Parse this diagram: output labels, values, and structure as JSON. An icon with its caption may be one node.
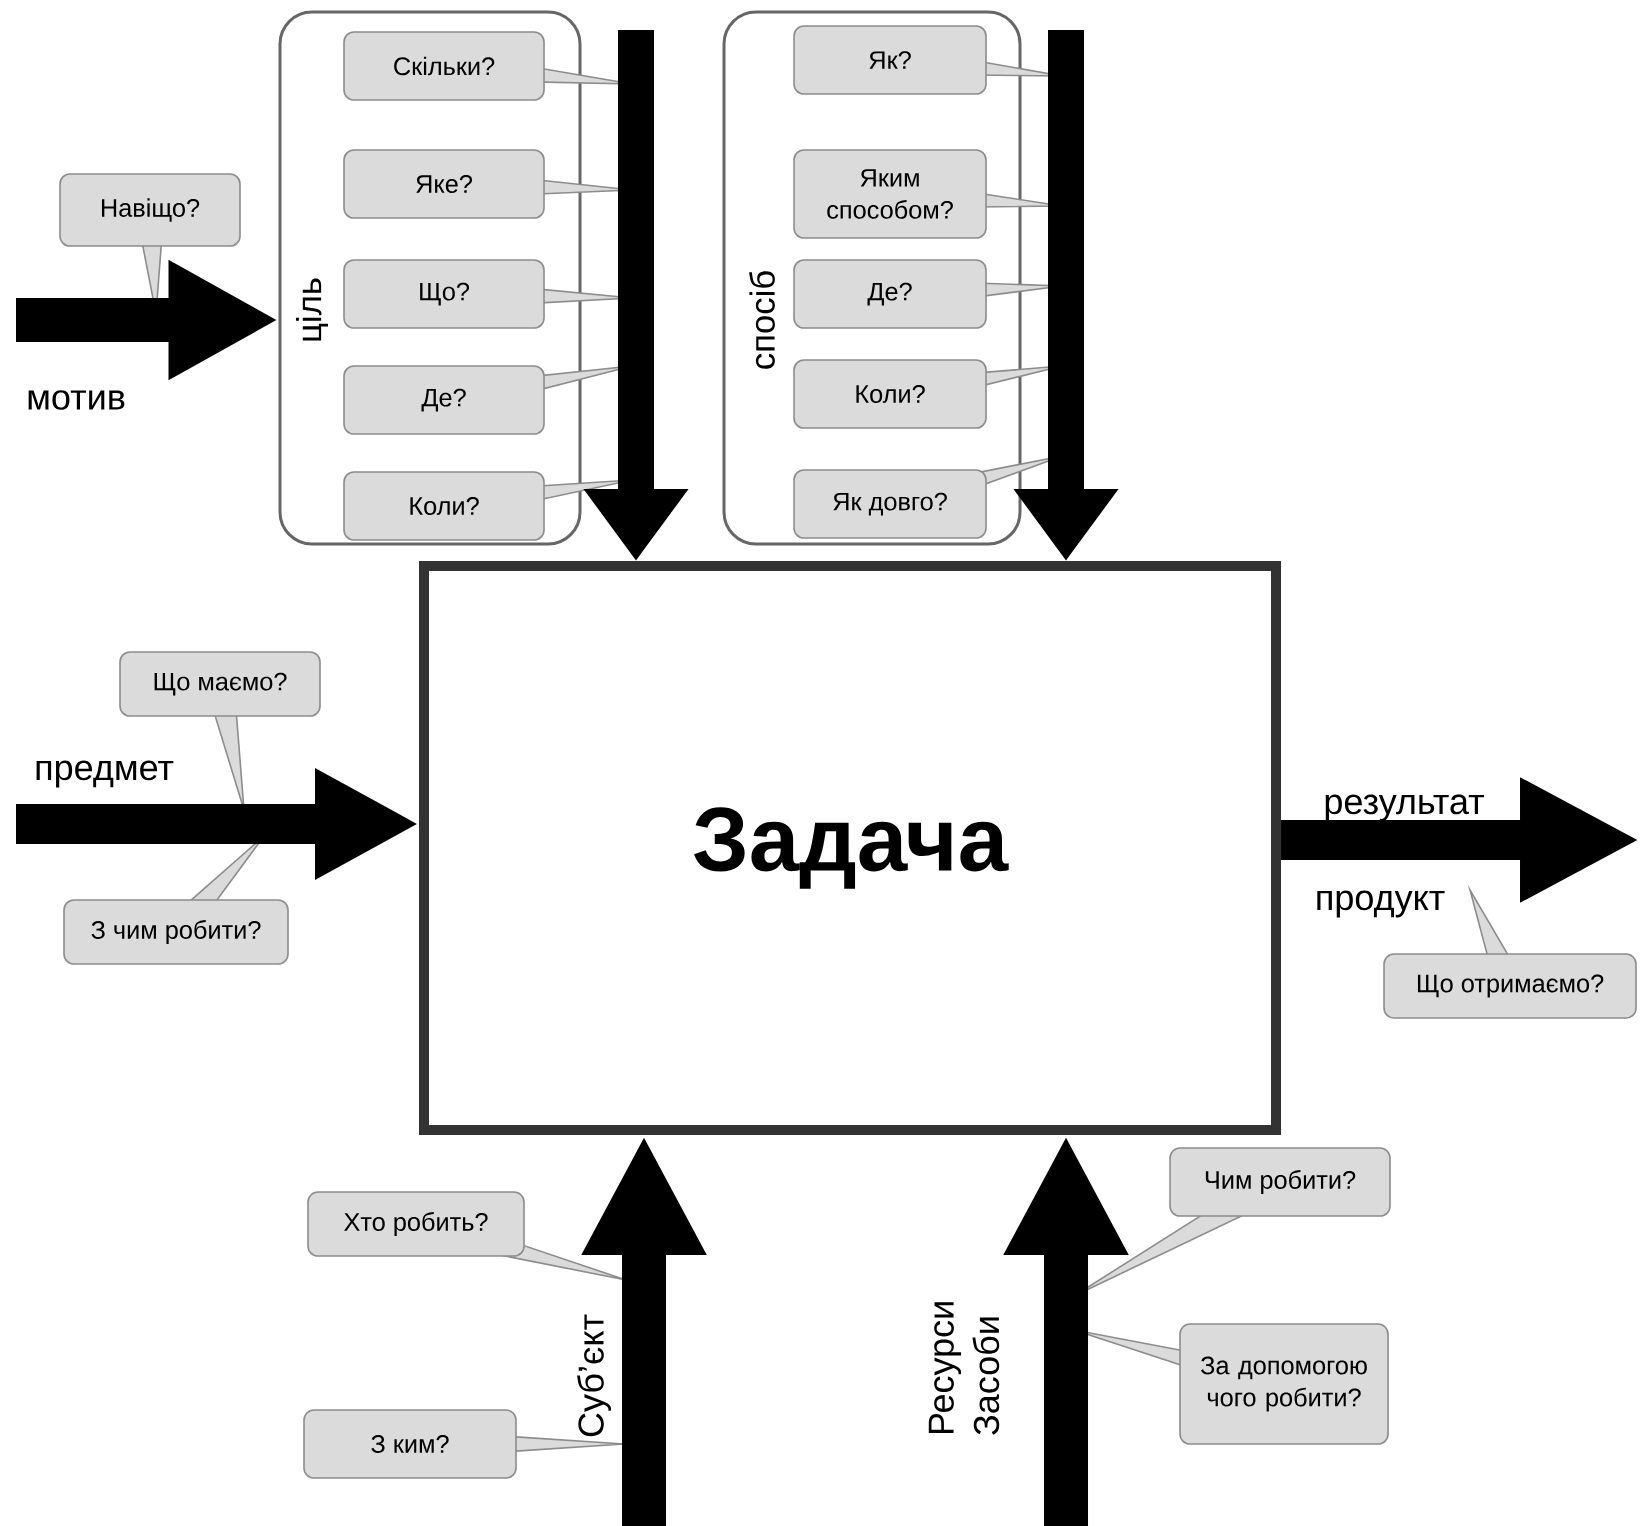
{
  "diagram": {
    "nodes": [
      {
        "text": [
          "Задача"
        ]
      },
      {
        "text": [
          "ціль"
        ]
      },
      {
        "text": [
          "Скільки?"
        ],
        "in": 1
      },
      {
        "text": [
          "Яке?"
        ],
        "in": 1
      },
      {
        "text": [
          "Що?"
        ],
        "in": 1
      },
      {
        "text": [
          "Де?"
        ],
        "in": 1
      },
      {
        "text": [
          "Коли?"
        ],
        "in": 1
      },
      {
        "text": [
          "спосіб"
        ]
      },
      {
        "text": [
          "Як?"
        ],
        "in": 7
      },
      {
        "text": [
          "Яким способом?"
        ],
        "in": 7
      },
      {
        "text": [
          "Де?"
        ],
        "in": 7
      },
      {
        "text": [
          "Коли?"
        ],
        "in": 7
      },
      {
        "text": [
          "Як довго?"
        ],
        "in": 7
      },
      {
        "text": [
          "Навіщо?"
        ]
      },
      {
        "text": [
          "Що маємо?"
        ]
      },
      {
        "text": [
          "З чим робити?"
        ]
      },
      {
        "text": [
          "Що отримаємо?"
        ]
      },
      {
        "text": [
          "Хто робить?"
        ]
      },
      {
        "text": [
          "З ким?"
        ]
      },
      {
        "text": [
          "Чим робити?"
        ]
      },
      {
        "text": [
          "За допомогою чого робити?"
        ]
      }
    ],
    "edges": [
      {
        "from": null,
        "to": 1,
        "arrow": "to",
        "label": "мотив"
      },
      {
        "from": null,
        "to": 0,
        "arrow": "to"
      },
      {
        "from": null,
        "to": 0,
        "arrow": "to"
      },
      {
        "from": null,
        "to": 0,
        "arrow": "to",
        "label": "предмет"
      },
      {
        "from": 0,
        "to": null,
        "arrow": "to",
        "label": "результат"
      },
      {
        "from": null,
        "to": 0,
        "arrow": "to",
        "label": "Суб’єкт"
      },
      {
        "from": null,
        "to": 0,
        "arrow": "to",
        "label": "Ресурси Засоби"
      }
    ],
    "labels": [
      "продукт"
    ]
  }
}
